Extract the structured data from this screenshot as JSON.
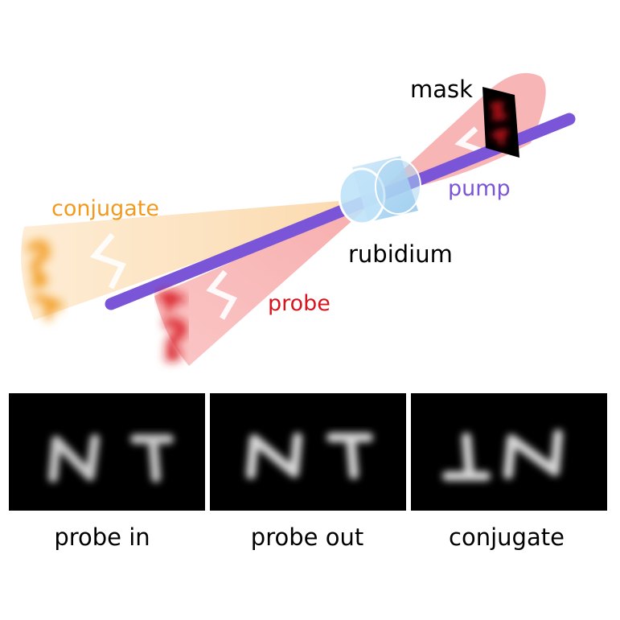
{
  "colors": {
    "probe": "#d8141f",
    "probe_beam": "#f7a8a8",
    "conjugate": "#f29a1d",
    "conjugate_beam": "#fbd6a6",
    "pump": "#7b55d8",
    "cell": "#a9d6f2",
    "label_dark": "#000000"
  },
  "labels": {
    "mask": "mask",
    "pump": "pump",
    "rubidium": "rubidium",
    "conjugate": "conjugate",
    "probe": "probe"
  },
  "panels": [
    {
      "caption": "probe in",
      "letters": "NT",
      "mirrored": false
    },
    {
      "caption": "probe out",
      "letters": "NT",
      "mirrored": false
    },
    {
      "caption": "conjugate",
      "letters": "NT",
      "mirrored": true
    }
  ]
}
